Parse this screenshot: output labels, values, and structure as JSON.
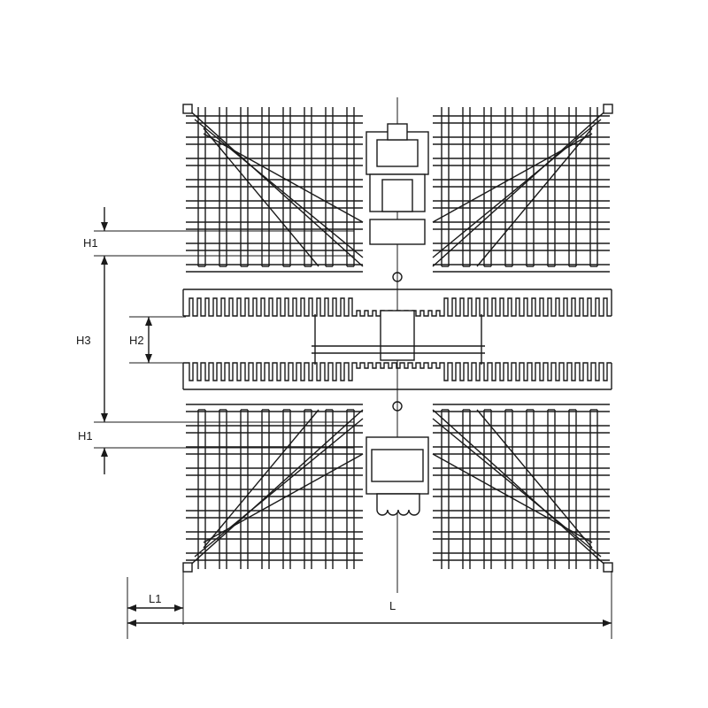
{
  "labels": {
    "h1_top": "H1",
    "h3": "H3",
    "h2": "H2",
    "h1_bottom": "H1",
    "l1": "L1",
    "l": "L"
  },
  "colors": {
    "line": "#1a1a1a",
    "background": "#ffffff"
  }
}
